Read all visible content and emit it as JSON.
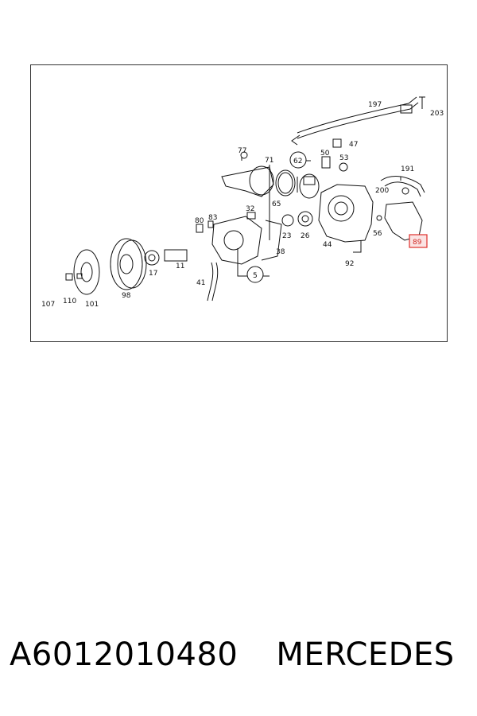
{
  "diagram": {
    "part_labels": {
      "p197": "197",
      "p203": "203",
      "p47": "47",
      "p77": "77",
      "p71": "71",
      "p62": "62",
      "p50": "50",
      "p53": "53",
      "p191": "191",
      "p200": "200",
      "p65": "65",
      "p32": "32",
      "p80": "80",
      "p83": "83",
      "p23": "23",
      "p26": "26",
      "p44": "44",
      "p56": "56",
      "p89": "89",
      "p38": "38",
      "p92": "92",
      "p11": "11",
      "p17": "17",
      "p5": "5",
      "p41": "41",
      "p98": "98",
      "p107": "107",
      "p110": "110",
      "p101": "101"
    },
    "highlighted_part": "89",
    "highlight_color": "#e0302c"
  },
  "caption": {
    "part_number": "A6012010480",
    "brand": "MERCEDES"
  }
}
